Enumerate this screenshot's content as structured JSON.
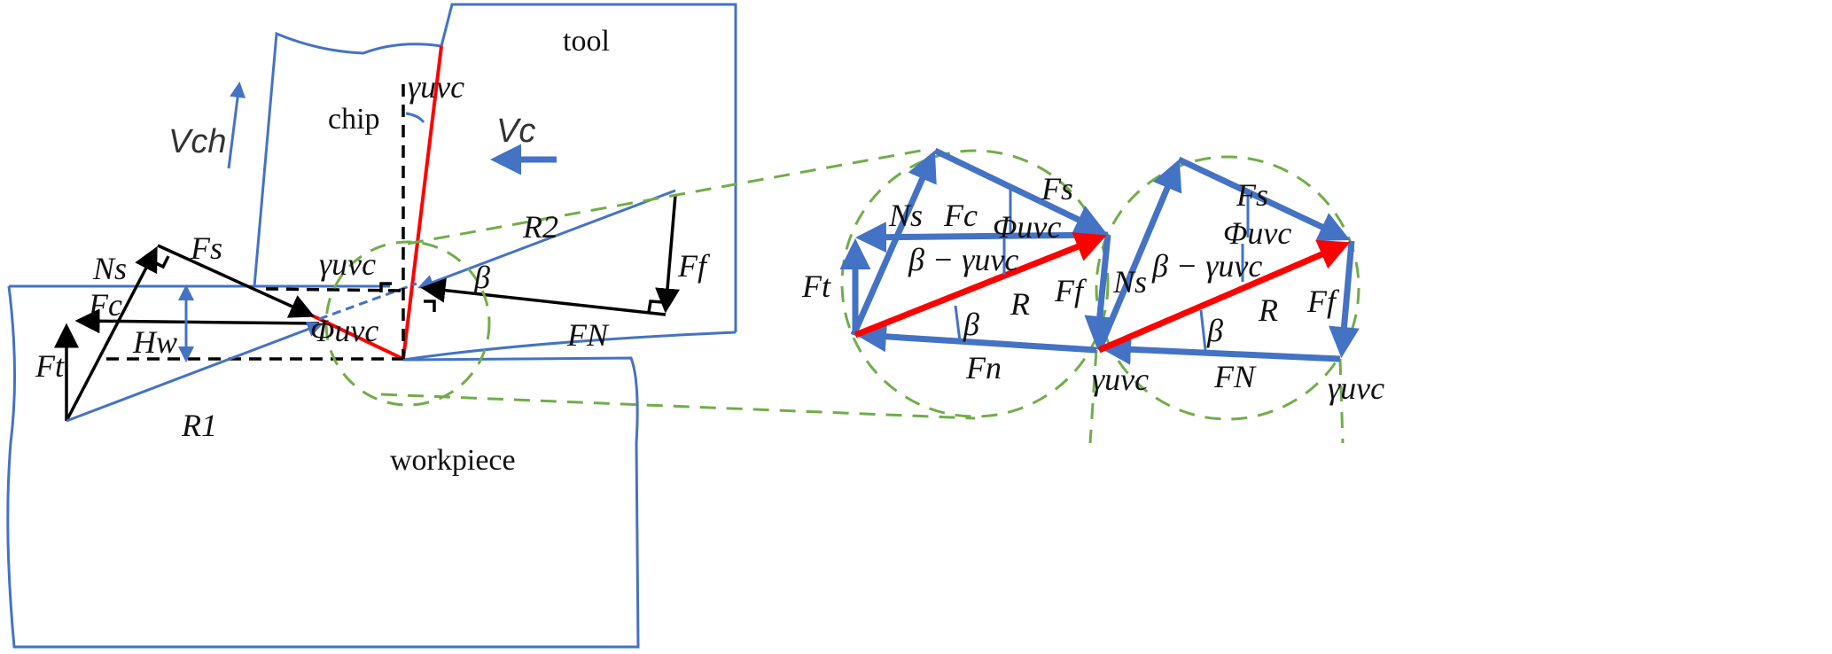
{
  "labels": {
    "tool": "tool",
    "chip": "chip",
    "workpiece": "workpiece",
    "vch": "Vch",
    "vc": "Vc",
    "gamma_uvc": "γuvc",
    "phi_uvc": "Φuvc",
    "beta": "β",
    "beta_minus_gamma": "β − γuvc",
    "Fs": "Fs",
    "Ns": "Ns",
    "Fc": "Fc",
    "Ft": "Ft",
    "Hw": "Hw",
    "R1": "R1",
    "R2": "R2",
    "Ff": "Ff",
    "FN": "FN",
    "Fn": "Fn",
    "R": "R"
  },
  "colors": {
    "outline": "#4472c4",
    "force": "#000000",
    "rake": "#ff0000",
    "zoom": "#70ad47"
  }
}
